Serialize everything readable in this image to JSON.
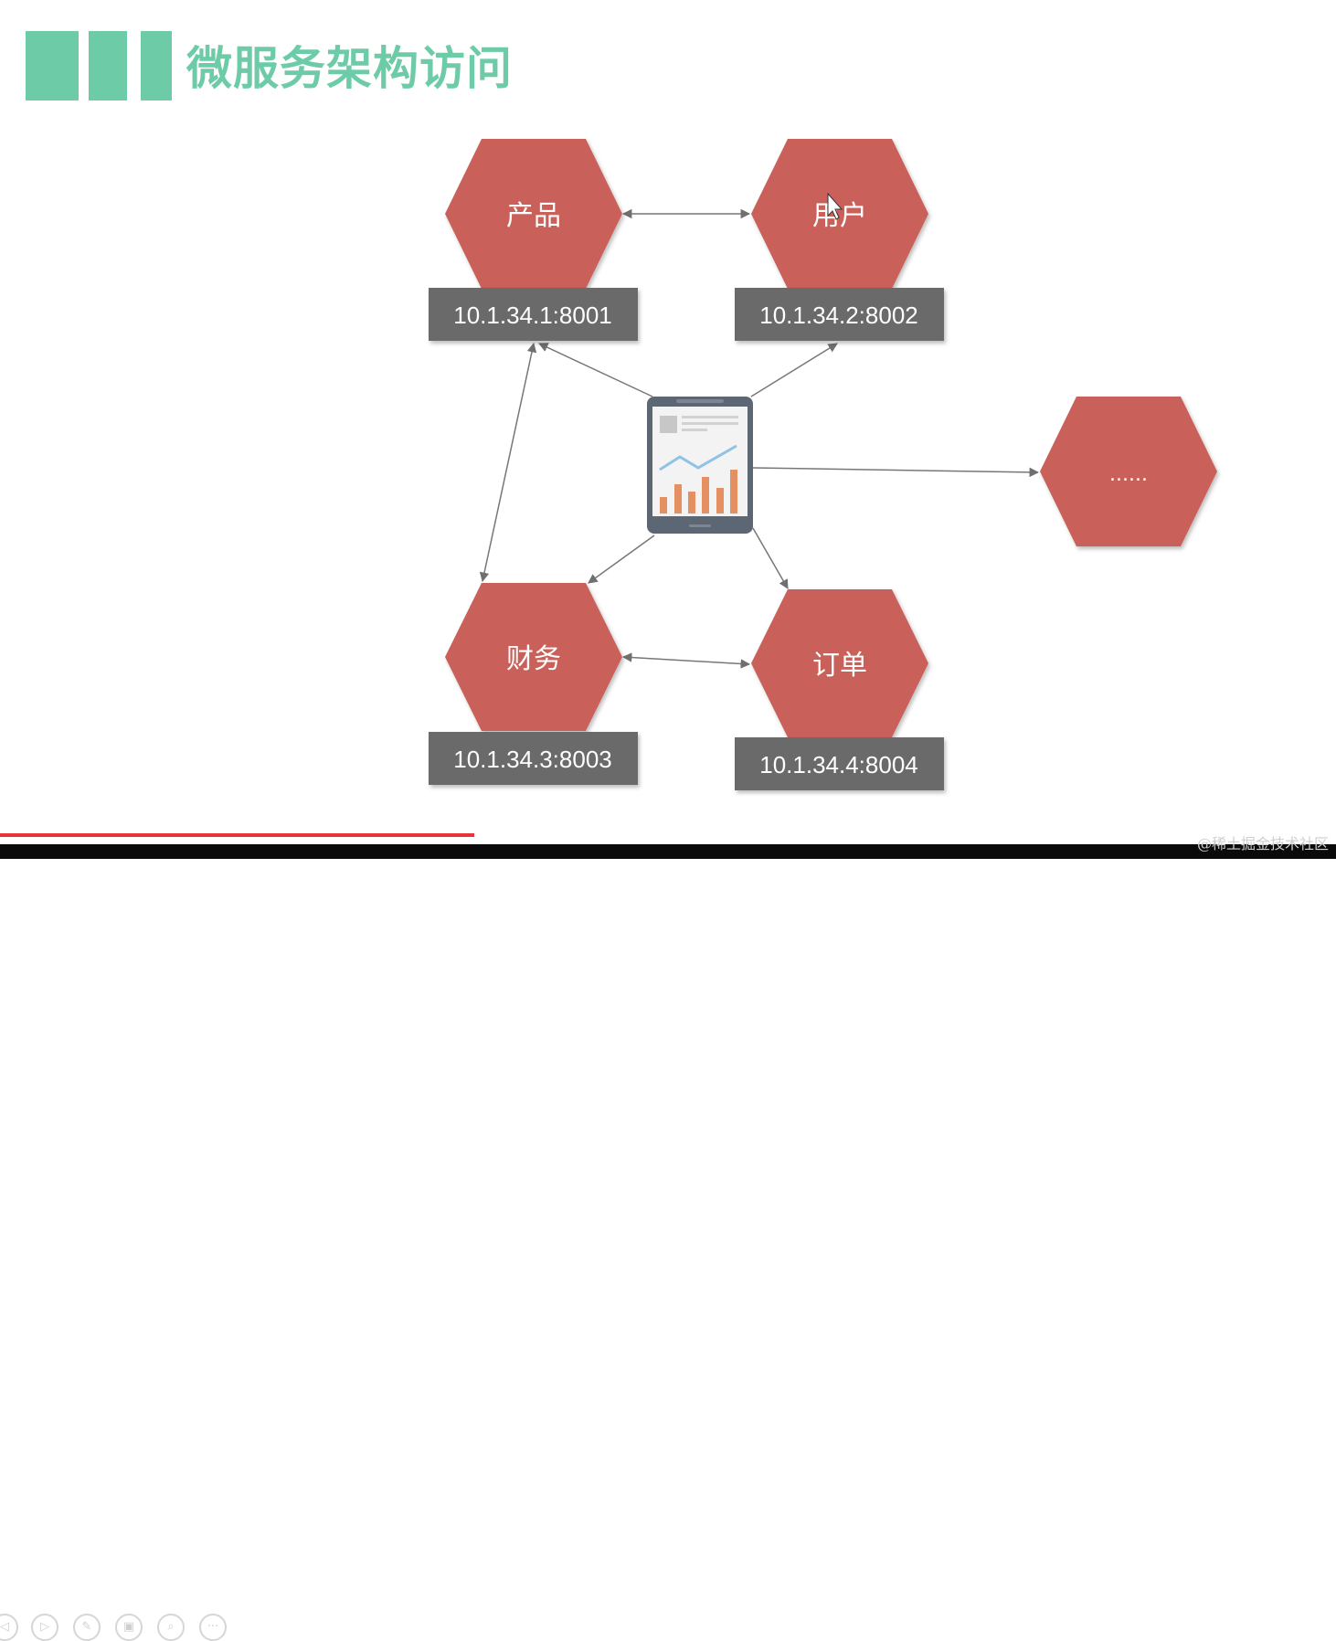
{
  "page": {
    "title": "微服务架构访问"
  },
  "colors": {
    "accent": "#6dcca7",
    "hexagon": "#c9605a",
    "address_box": "#6b6b6b",
    "arrow": "#777777",
    "progress": "#e8333a"
  },
  "services": [
    {
      "id": "product",
      "label": "产品",
      "address": "10.1.34.1:8001"
    },
    {
      "id": "user",
      "label": "用户",
      "address": "10.1.34.2:8002"
    },
    {
      "id": "finance",
      "label": "财务",
      "address": "10.1.34.3:8003"
    },
    {
      "id": "order",
      "label": "订单",
      "address": "10.1.34.4:8004"
    },
    {
      "id": "more",
      "label": "......",
      "address": ""
    }
  ],
  "client": {
    "icon": "tablet-dashboard-icon"
  },
  "player": {
    "controls": [
      "prev-icon",
      "play-icon",
      "pen-icon",
      "slides-icon",
      "zoom-icon",
      "more-icon"
    ],
    "progress": 0.355
  },
  "watermark": "@稀土掘金技术社区"
}
